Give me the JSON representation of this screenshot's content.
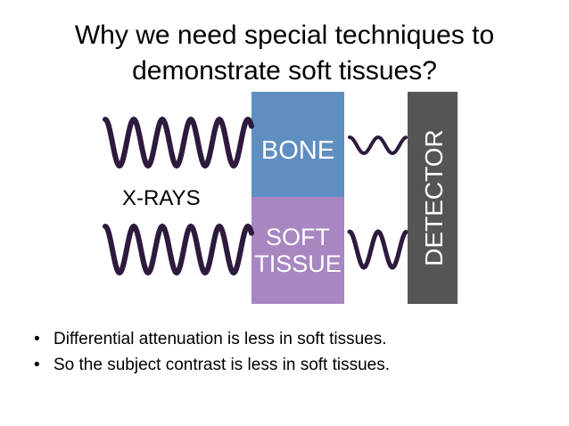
{
  "slide": {
    "title_line1": "Why we need special techniques to",
    "title_line2": "demonstrate soft tissues?"
  },
  "diagram": {
    "xrays_label": "X-RAYS",
    "bone_label": "BONE",
    "soft_label_1": "SOFT",
    "soft_label_2": "TISSUE",
    "detector_label": "DETECTOR",
    "colors": {
      "bone": "#5f8fc1",
      "soft_tissue": "#a886c1",
      "detector": "#555555",
      "wave": "#2e1a3d"
    }
  },
  "bullets": {
    "bullet_symbol": "•",
    "items": [
      "Differential attenuation is less in soft tissues.",
      "So the subject contrast is less in soft tissues."
    ]
  }
}
